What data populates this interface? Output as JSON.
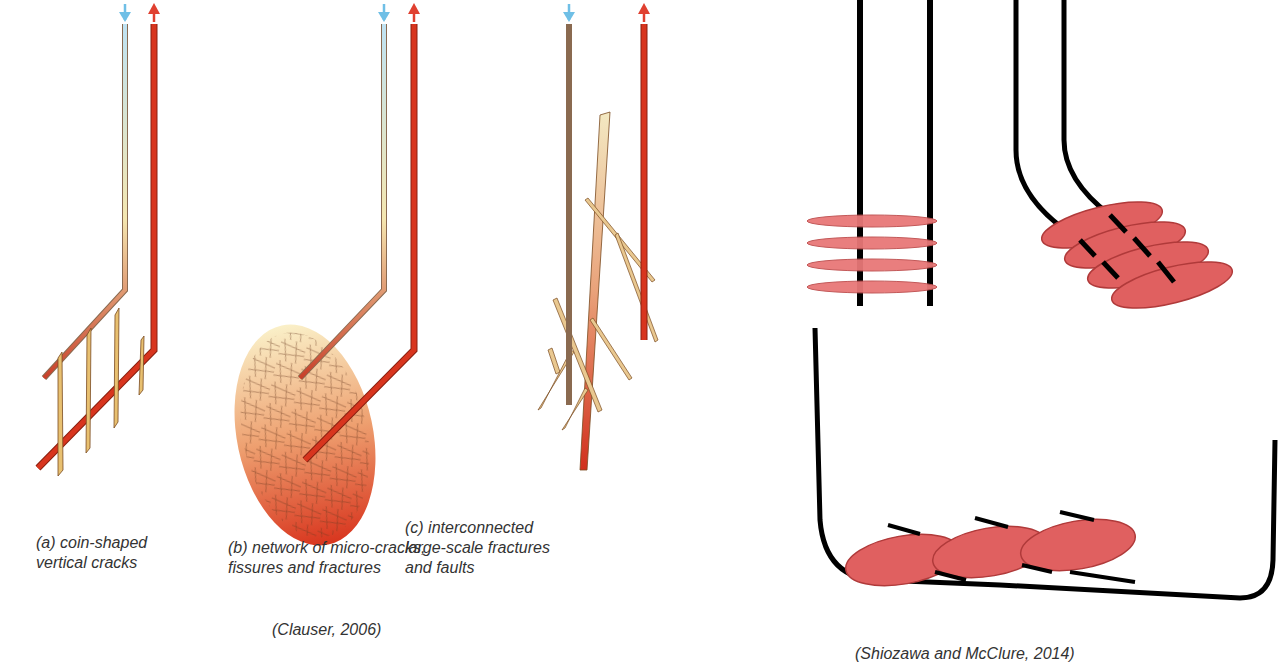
{
  "diagram": {
    "labels": [
      "(a) coin-shaped vertical cracks",
      "(b) network of micro-cracks, fissures and fractures",
      "(c) interconnected large-scale fractures and faults",
      "(Clauser, 2006)",
      "(Shiozawa and McClure, 2014)"
    ]
  }
}
